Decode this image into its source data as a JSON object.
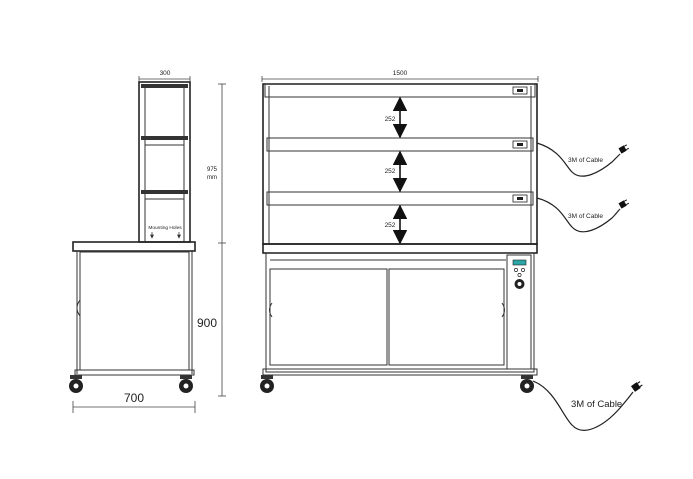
{
  "dimensions": {
    "side_width": "300",
    "overall_width": "1500",
    "upper_height": "975",
    "upper_height_unit": "mm",
    "base_height": "900",
    "depth": "700",
    "shelf_spacing": "252"
  },
  "labels": {
    "mounting_holes": "Mounting Holes",
    "cable_1": "3M of Cable",
    "cable_2": "3M of Cable",
    "cable_3": "3M of Cable"
  }
}
